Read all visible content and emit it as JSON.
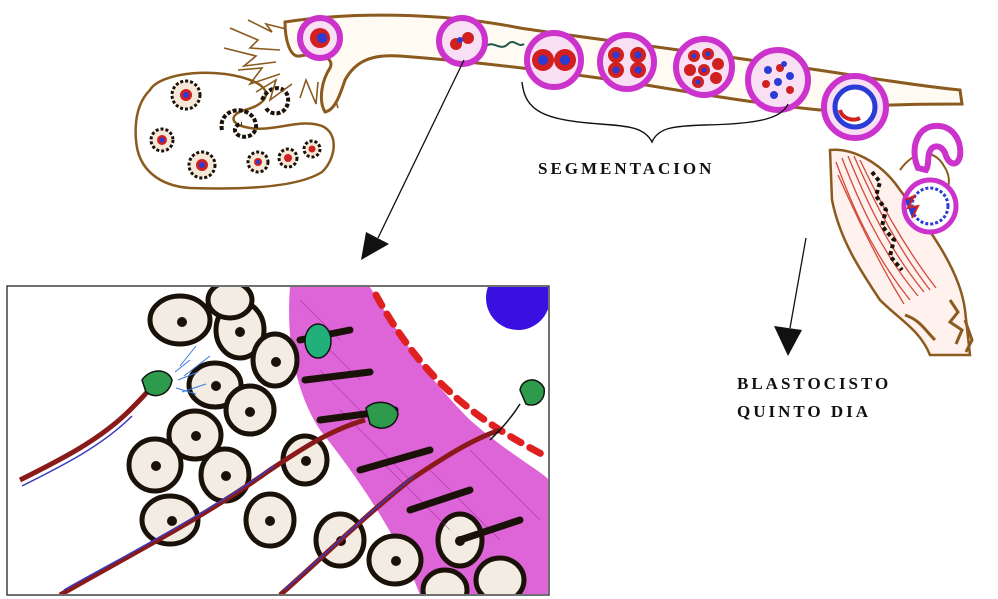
{
  "labels": {
    "segmentacion": "SEGMENTACION",
    "blastocisto_line1": "BLASTOCISTO",
    "blastocisto_line2": "QUINTO DIA"
  },
  "colors": {
    "tube_outline": "#8a5a1e",
    "zona_pellucida": "#cc33cc",
    "nucleus_blue": "#2a3bd6",
    "nucleus_red": "#d02020",
    "cell_outline": "#1a1108",
    "sperm_head": "#2e9a4c",
    "oocyte_teal": "#22b07a",
    "muscle_red": "#d24a3a",
    "violet_spot": "#3a10e0"
  }
}
